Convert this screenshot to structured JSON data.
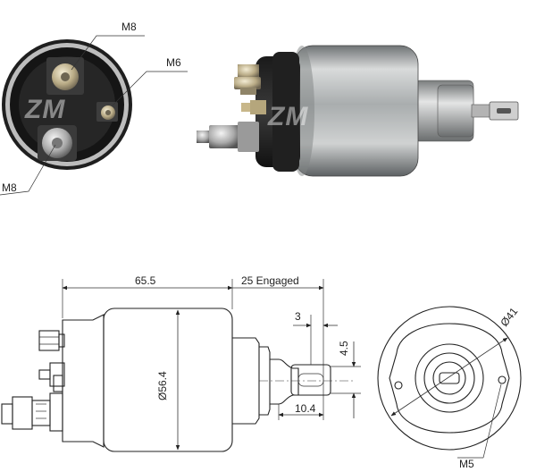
{
  "photo": {
    "end_view_labels": {
      "top_terminal": "M8",
      "side_terminal": "M6",
      "bottom_terminal": "M8"
    },
    "watermark": "ZM"
  },
  "drawing": {
    "length_dim": "65.5",
    "engaged_dim": "25 Engaged",
    "diameter_body": "Ø56.4",
    "dim_3": "3",
    "dim_4_5": "4.5",
    "dim_10_4": "10.4",
    "flange_diameter": "Ø41",
    "flange_screw": "M5"
  }
}
